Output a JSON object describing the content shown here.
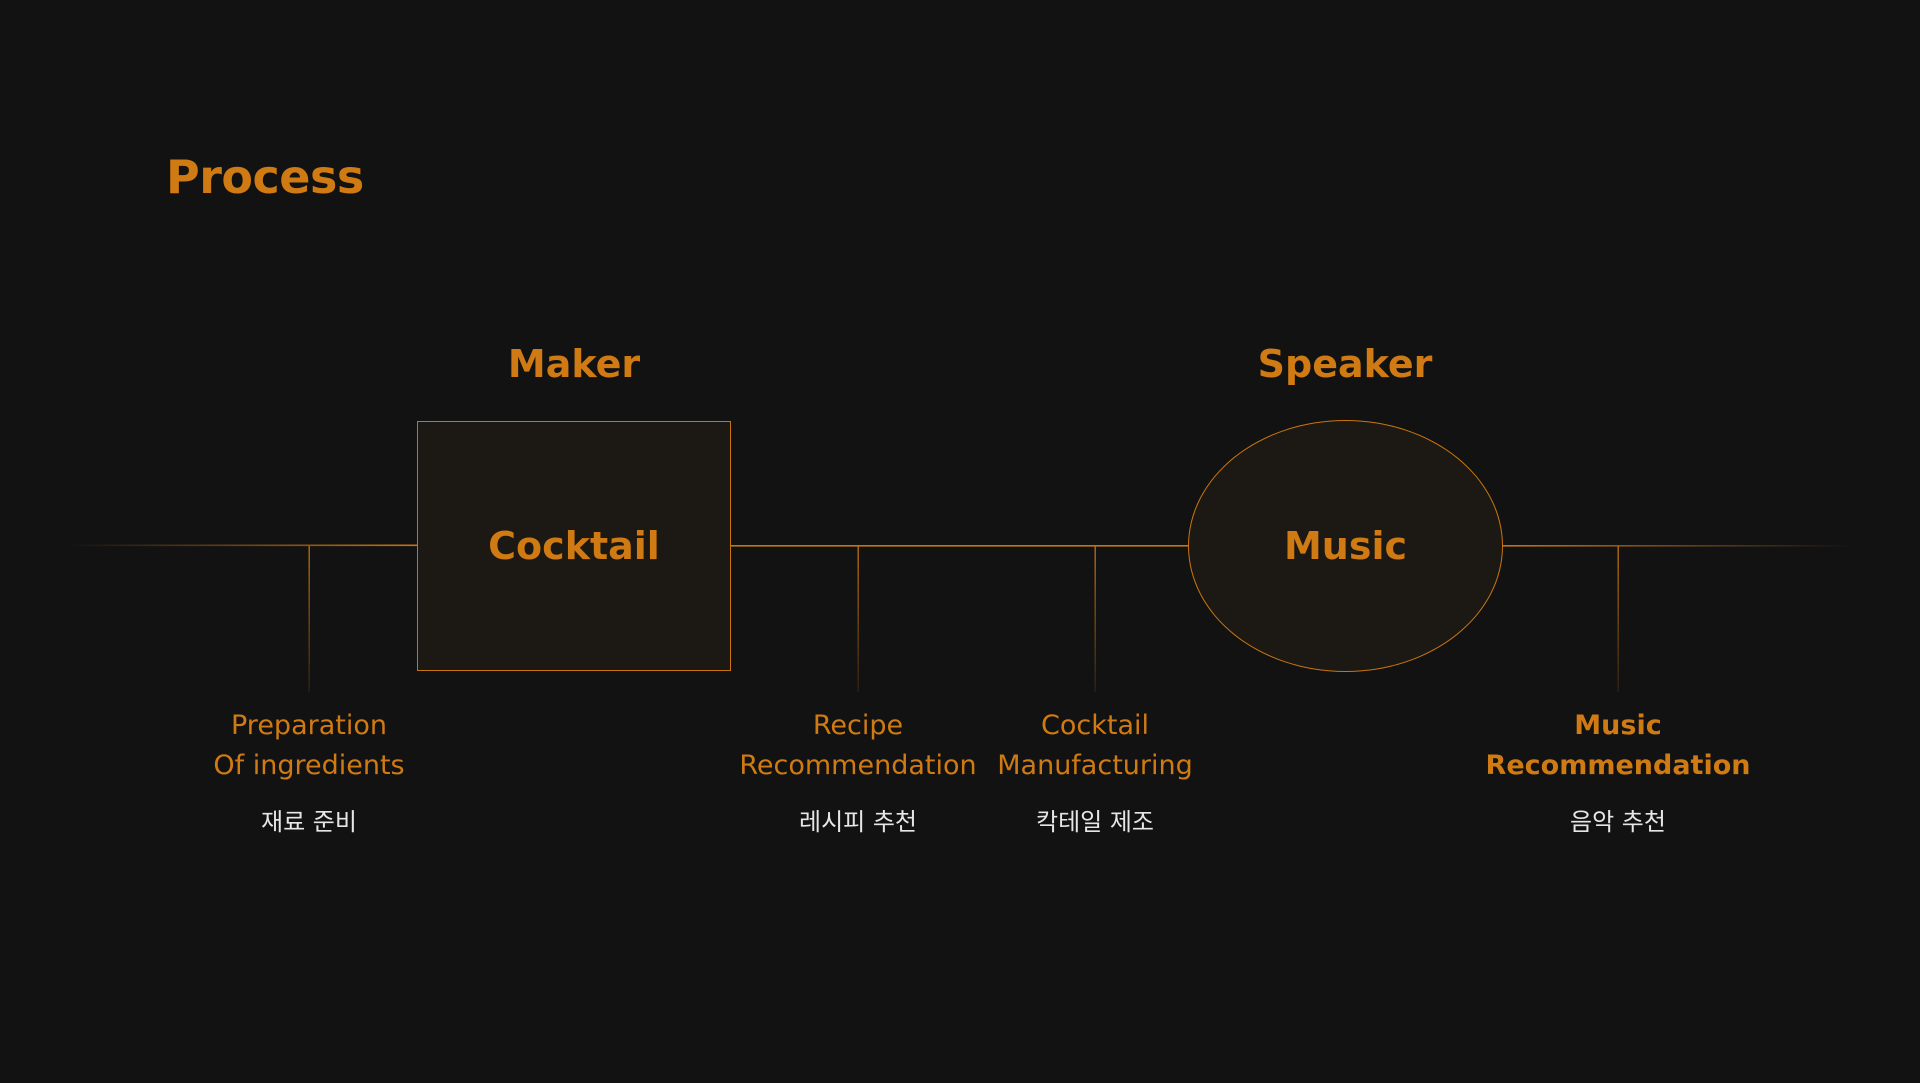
{
  "title": "Process",
  "colors": {
    "background": "#121212",
    "accent": "#cf7a12",
    "node_fill": "#1c1814",
    "korean_text": "#e6e6e6"
  },
  "nodes": [
    {
      "caption": "Maker",
      "label": "Cocktail",
      "shape": "rectangle"
    },
    {
      "caption": "Speaker",
      "label": "Music",
      "shape": "ellipse"
    }
  ],
  "steps": [
    {
      "en_line1": "Preparation",
      "en_line2": "Of ingredients",
      "ko": "재료 준비"
    },
    {
      "en_line1": "Recipe",
      "en_line2": "Recommendation",
      "ko": "레시피 추천"
    },
    {
      "en_line1": "Cocktail",
      "en_line2": "Manufacturing",
      "ko": "칵테일 제조"
    },
    {
      "en_line1": "Music",
      "en_line2": "Recommendation",
      "ko": "음악 추천"
    }
  ]
}
